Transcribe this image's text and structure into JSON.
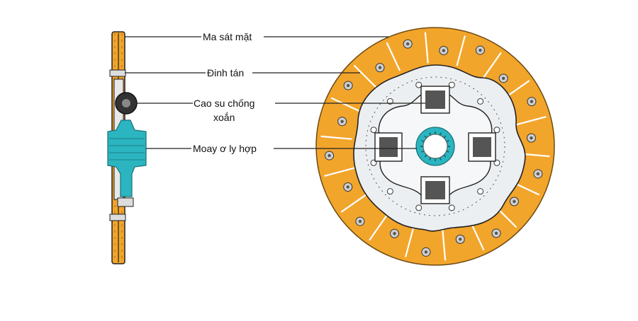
{
  "labels": {
    "friction": "Ma sát mặt",
    "rivet": "Đinh tán",
    "damper_line1": "Cao su chống",
    "damper_line2": "xoắn",
    "hub": "Moay ơ ly hợp"
  },
  "colors": {
    "lining": "#F2A52B",
    "lining_edge": "#6b4a10",
    "plate": "#ECEFF1",
    "hub": "#2BB5C0",
    "window": "#555555",
    "outline": "#222222"
  }
}
